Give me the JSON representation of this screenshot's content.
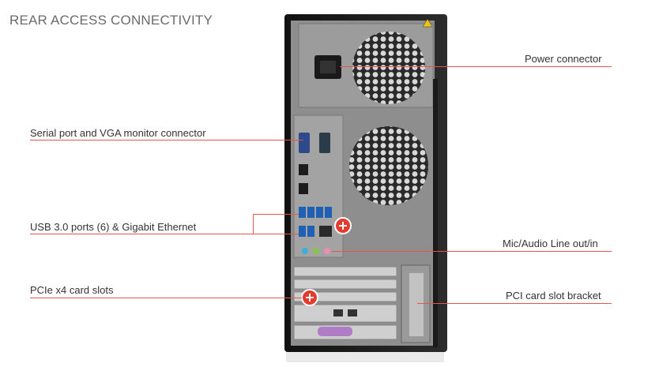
{
  "title": "REAR ACCESS CONNECTIVITY",
  "callouts": {
    "power": "Power connector",
    "serial_vga": "Serial port and VGA monitor connector",
    "usb_ethernet": "USB 3.0 ports (6) & Gigabit Ethernet",
    "mic_audio": "Mic/Audio Line out/in",
    "pcie": "PCIe x4 card slots",
    "pci_bracket": "PCI card slot bracket"
  },
  "colors": {
    "accent": "#e2574c",
    "chassis": "#1e1e1e",
    "panel": "#8e8e8e"
  },
  "hotspot_icons": [
    "plus-icon",
    "plus-icon"
  ]
}
